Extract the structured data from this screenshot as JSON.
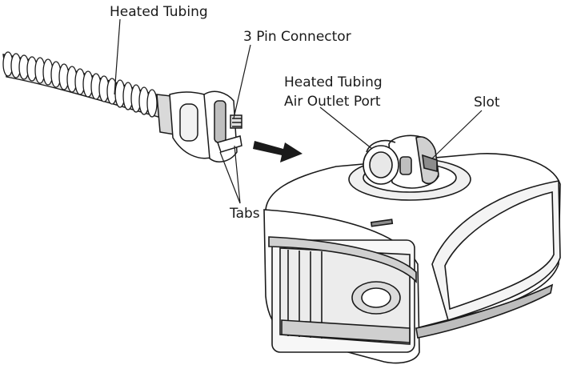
{
  "labels": {
    "heated_tubing": "Heated Tubing",
    "pin_connector": "3 Pin Connector",
    "outlet_port_line1": "Heated Tubing",
    "outlet_port_line2": "Air Outlet Port",
    "slot": "Slot",
    "tabs": "Tabs"
  },
  "colors": {
    "stroke": "#1a1a1a",
    "fill": "#ffffff",
    "shade": "#d9d9d9",
    "dark_shade": "#8c8c8c"
  },
  "icons": {
    "direction_arrow": "arrow-right-icon"
  }
}
